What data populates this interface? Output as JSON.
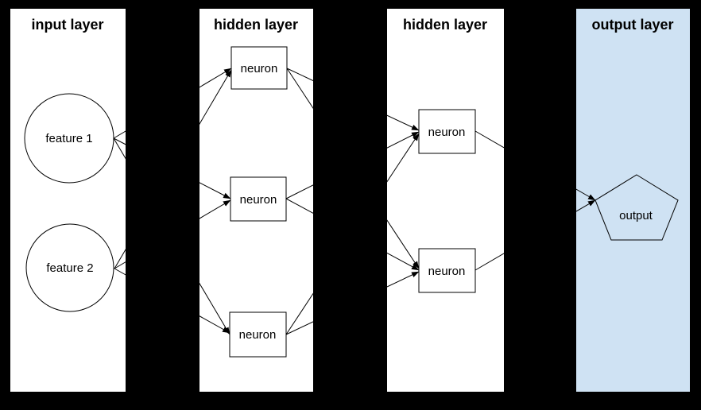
{
  "diagram": {
    "type": "neural-network-layers",
    "background_color": "#000000",
    "line_color": "#000000",
    "text_color": "#000000",
    "panels": [
      {
        "id": "input",
        "label": "input layer",
        "fill": "#ffffff"
      },
      {
        "id": "hidden1",
        "label": "hidden layer",
        "fill": "#ffffff"
      },
      {
        "id": "hidden2",
        "label": "hidden layer",
        "fill": "#ffffff"
      },
      {
        "id": "output",
        "label": "output layer",
        "fill": "#cfe2f3"
      }
    ],
    "nodes": {
      "feature1": {
        "label": "feature 1",
        "shape": "circle",
        "layer": "input"
      },
      "feature2": {
        "label": "feature 2",
        "shape": "circle",
        "layer": "input"
      },
      "h1n1": {
        "label": "neuron",
        "shape": "rect",
        "layer": "hidden1"
      },
      "h1n2": {
        "label": "neuron",
        "shape": "rect",
        "layer": "hidden1"
      },
      "h1n3": {
        "label": "neuron",
        "shape": "rect",
        "layer": "hidden1"
      },
      "h2n1": {
        "label": "neuron",
        "shape": "rect",
        "layer": "hidden2"
      },
      "h2n2": {
        "label": "neuron",
        "shape": "rect",
        "layer": "hidden2"
      },
      "out": {
        "label": "output",
        "shape": "pentagon",
        "layer": "output"
      }
    },
    "edges": [
      {
        "from": "feature1",
        "to": "h1n1"
      },
      {
        "from": "feature1",
        "to": "h1n2"
      },
      {
        "from": "feature1",
        "to": "h1n3"
      },
      {
        "from": "feature2",
        "to": "h1n1"
      },
      {
        "from": "feature2",
        "to": "h1n2"
      },
      {
        "from": "feature2",
        "to": "h1n3"
      },
      {
        "from": "h1n1",
        "to": "h2n1"
      },
      {
        "from": "h1n1",
        "to": "h2n2"
      },
      {
        "from": "h1n2",
        "to": "h2n1"
      },
      {
        "from": "h1n2",
        "to": "h2n2"
      },
      {
        "from": "h1n3",
        "to": "h2n1"
      },
      {
        "from": "h1n3",
        "to": "h2n2"
      },
      {
        "from": "h2n1",
        "to": "out"
      },
      {
        "from": "h2n2",
        "to": "out"
      }
    ]
  }
}
